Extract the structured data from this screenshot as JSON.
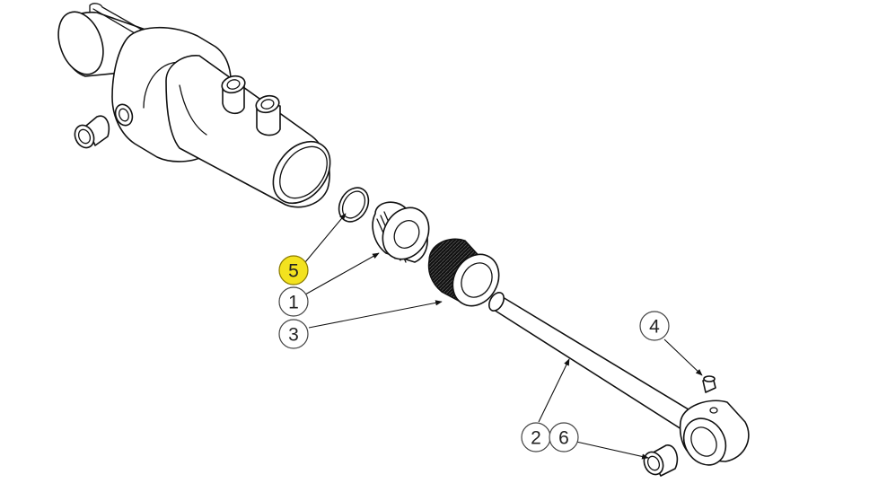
{
  "callouts": [
    {
      "id": "seal-ring",
      "label": "5",
      "highlighted": true
    },
    {
      "id": "piston",
      "label": "1",
      "highlighted": false
    },
    {
      "id": "knurled-bushing",
      "label": "3",
      "highlighted": false
    },
    {
      "id": "grease-fitting",
      "label": "4",
      "highlighted": false
    },
    {
      "id": "rod",
      "label": "2",
      "highlighted": false
    },
    {
      "id": "pin-bushing",
      "label": "6",
      "highlighted": false
    }
  ],
  "colors": {
    "highlight": "#f3e21f",
    "line": "#111111",
    "background": "#ffffff"
  }
}
